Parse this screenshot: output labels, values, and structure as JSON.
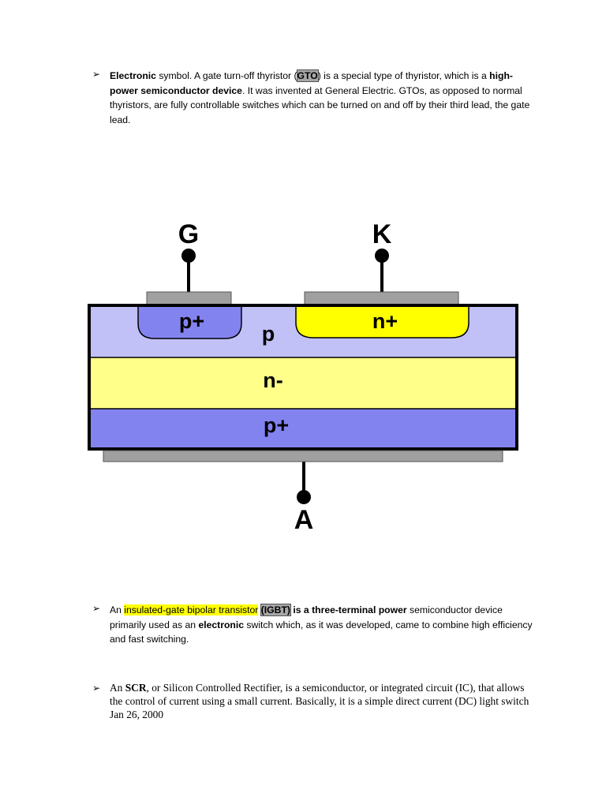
{
  "bullet_glyph": "➢",
  "para1": {
    "lead_bold": "Electronic",
    "t1": " symbol. A gate turn-off thyristor ",
    "paren_open": "(",
    "acronym": "GTO",
    "t2": ") is a special type of thyristor, which is a ",
    "b2": "high-power semiconductor device",
    "t3": ". It was invented at General Electric. GTOs, as opposed to normal thyristors, are fully controllable switches which can be turned on and off by their third lead, the gate lead."
  },
  "diagram": {
    "terminals": {
      "gate": "G",
      "cathode": "K",
      "anode": "A"
    },
    "regions": {
      "gate_well": "p+",
      "cathode_well": "n+",
      "p_base": "p",
      "n_drift": "n-",
      "p_emitter": "p+"
    },
    "colors": {
      "p_base": "#c1c1f7",
      "p_plus": "#8383ef",
      "n_plus": "#ffff00",
      "n_minus": "#ffff8a",
      "contact": "#a0a0a0",
      "outline": "#000000"
    }
  },
  "para2": {
    "t1": "An ",
    "highlight": "insulated-gate bipolar transistor",
    "space": " ",
    "acronym_paren": "(IGBT)",
    "b1": " is a three-terminal power",
    "t2": " semiconductor device primarily used as an ",
    "b2": "electronic",
    "t3": " switch which, as it was developed, came to combine high efficiency and fast switching."
  },
  "para3": {
    "t1": "An ",
    "b1": "SCR",
    "t2": ", or Silicon Controlled Rectifier, is a semiconductor, or integrated circuit (IC), that allows the control of current using a small current. Basically, it is a simple direct current (DC) light switch Jan 26, 2000"
  }
}
